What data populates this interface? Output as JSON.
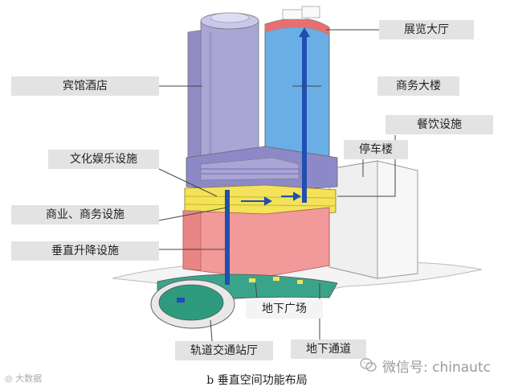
{
  "labels": {
    "exhibition_hall": "展览大厅",
    "hotel": "宾馆酒店",
    "office_tower": "商务大楼",
    "catering": "餐饮设施",
    "parking": "停车楼",
    "entertainment": "文化娱乐设施",
    "commercial": "商业、商务设施",
    "vertical_lift": "垂直升降设施",
    "underground_plaza": "地下广场",
    "transit_station": "轨道交通站厅",
    "underground_passage": "地下通道"
  },
  "caption": "b 垂直空间功能布局",
  "watermark": "微信号: chinautc",
  "logo_text": "大数据",
  "colors": {
    "hotel": "#a9a6d6",
    "office": "#6aaee6",
    "commercial": "#f29a9a",
    "entertainment": "#f3e25a",
    "lift": "#1f4fb0",
    "label_bg": "#e3e3e3"
  }
}
